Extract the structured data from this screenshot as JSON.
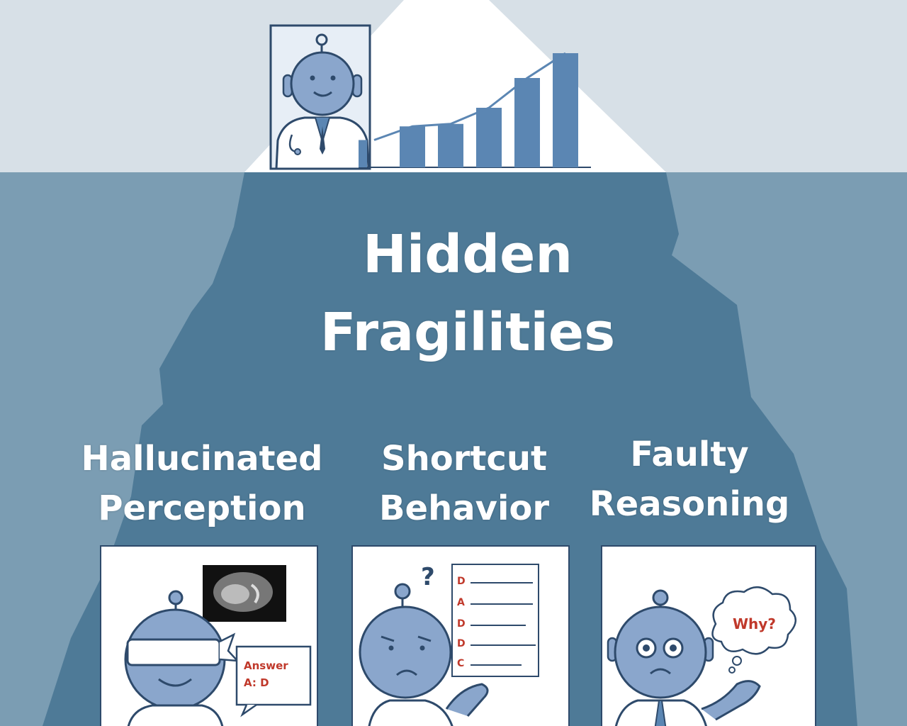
{
  "title": {
    "line1": "Hidden",
    "line2": "Fragilities"
  },
  "categories": [
    {
      "line1": "Hallucinated",
      "line2": "Perception"
    },
    {
      "line1": "Shortcut",
      "line2": "Behavior"
    },
    {
      "line1": "Faulty",
      "line2": "Reasoning"
    }
  ],
  "panel_text": {
    "answer_box": [
      "Answer",
      "A: D"
    ],
    "question_mark": "?",
    "choice_letters": [
      "D",
      "A",
      "D",
      "D",
      "C"
    ],
    "why_bubble": "Why?"
  },
  "colors": {
    "sky": "#d7e0e7",
    "water": "#7b9db3",
    "iceberg_underwater": "#4e7a97",
    "iceberg_tip": "#ffffff",
    "accent_blue": "#5b86b3",
    "robot_blue": "#8aa6cc",
    "line_dark": "#2e4a6b",
    "error_red": "#c0392b"
  },
  "chart_bars": [
    0.22,
    0.33,
    0.35,
    0.48,
    0.72,
    0.92
  ]
}
